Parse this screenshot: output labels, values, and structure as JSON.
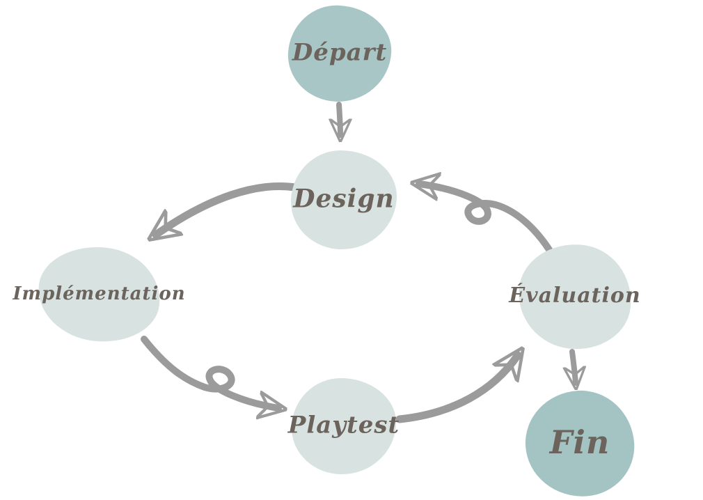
{
  "diagram": {
    "name": "game-design-iteration-loop",
    "language": "fr",
    "colors": {
      "start_end_fill": "#a9c6c6",
      "process_fill": "#d7e2e1",
      "arrow": "#9b9b9b",
      "text": "#6b635c"
    },
    "nodes": [
      {
        "id": "depart",
        "label": "Départ",
        "type": "start"
      },
      {
        "id": "design",
        "label": "Design",
        "type": "process"
      },
      {
        "id": "implementation",
        "label": "Implémentation",
        "type": "process"
      },
      {
        "id": "playtest",
        "label": "Playtest",
        "type": "process"
      },
      {
        "id": "evaluation",
        "label": "Évaluation",
        "type": "process"
      },
      {
        "id": "fin",
        "label": "Fin",
        "type": "end"
      }
    ],
    "edges": [
      {
        "from": "depart",
        "to": "design",
        "style": "straight-down"
      },
      {
        "from": "design",
        "to": "implementation",
        "style": "curved"
      },
      {
        "from": "implementation",
        "to": "playtest",
        "style": "curved-with-loop"
      },
      {
        "from": "playtest",
        "to": "evaluation",
        "style": "curved"
      },
      {
        "from": "evaluation",
        "to": "design",
        "style": "curved-with-loop"
      },
      {
        "from": "evaluation",
        "to": "fin",
        "style": "straight-down"
      }
    ]
  }
}
